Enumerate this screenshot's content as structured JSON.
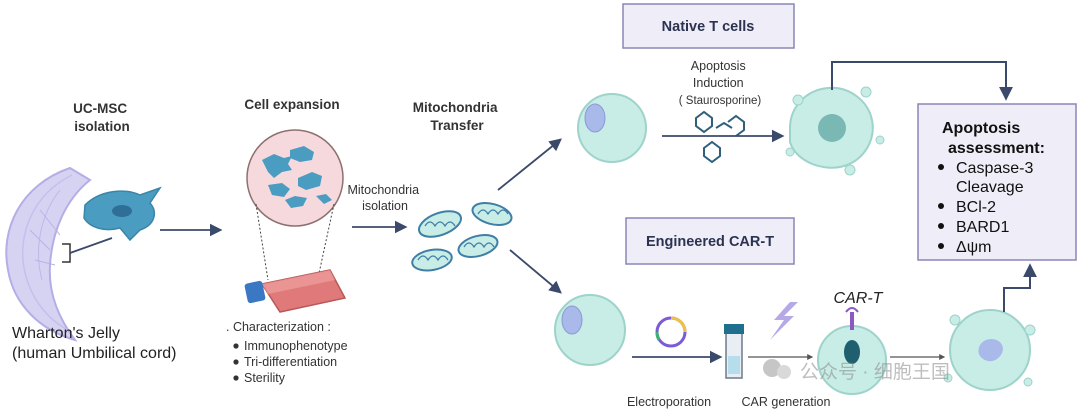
{
  "headers": {
    "isolation": [
      "UC-MSC",
      "isolation"
    ],
    "expansion": "Cell expansion",
    "transfer": [
      "Mitochondria",
      "Transfer"
    ]
  },
  "source_label": [
    "Wharton's Jelly",
    "(human Umbilical cord)"
  ],
  "mito_isolation": [
    "Mitochondria",
    "isolation"
  ],
  "characterization": {
    "title": ". Characterization :",
    "items": [
      "Immunophenotype",
      "Tri-differentiation",
      "Sterility"
    ]
  },
  "native": {
    "title": "Native T cells",
    "induction": [
      "Apoptosis",
      "Induction",
      "( Staurosporine)"
    ]
  },
  "engineered": {
    "title": "Engineered CAR-T",
    "electroporation": "Electroporation",
    "car_generation": "CAR generation",
    "car_t": "CAR-T"
  },
  "assessment": {
    "title": [
      "Apoptosis",
      "assessment:"
    ],
    "items": [
      "Caspase-3",
      "Cleavage",
      "BCl-2",
      "BARD1",
      "Δψm"
    ]
  },
  "watermark": "公众号 · 细胞王国",
  "colors": {
    "arrow": "#3b4a6b",
    "cell_fill": "#c8ece6",
    "cell_stroke": "#9dd3cb",
    "nucleus": "#a9b9e9",
    "msc": "#4a9cc0",
    "flask": "#e07a7a",
    "box_fill": "#efeef8",
    "box_stroke": "#8a86b8"
  }
}
